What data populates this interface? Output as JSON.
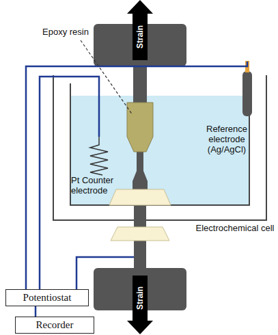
{
  "diagram": {
    "nodes": [
      {
        "text": [
          "Strain"
        ]
      },
      {
        "text": [
          "Strain"
        ]
      },
      {
        "text": [
          "Potentiostat"
        ]
      },
      {
        "text": [
          "Recorder"
        ]
      }
    ],
    "edges": [
      {
        "from": 2,
        "to": 3,
        "arrow": "none"
      }
    ],
    "labels": [
      "Epoxy resin",
      "Pt Counter electrode",
      "Reference electrode (Ag/AgCl)",
      "Electrochemical cell"
    ]
  }
}
